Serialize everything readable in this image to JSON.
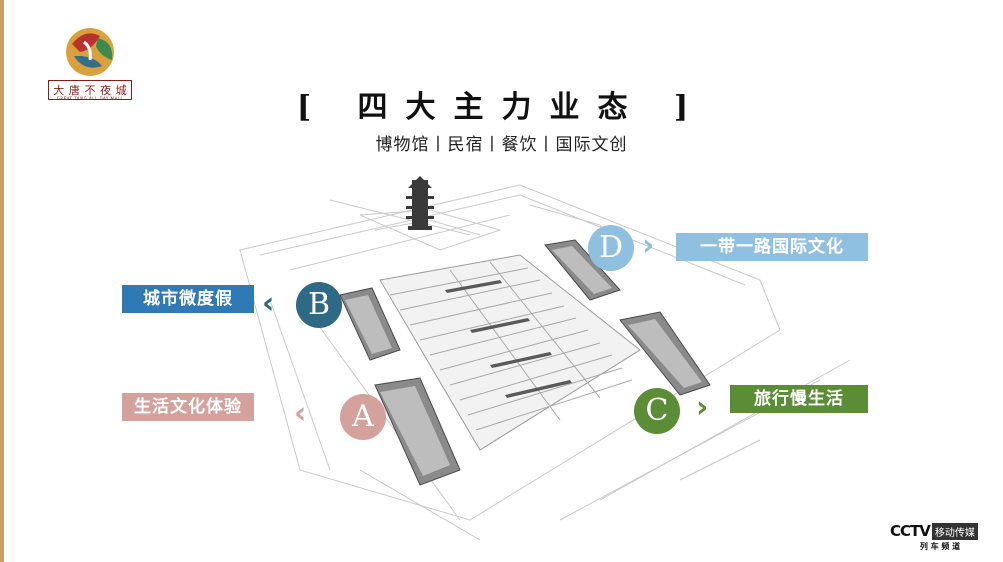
{
  "logo": {
    "chars": [
      "大",
      "唐",
      "不",
      "夜",
      "城"
    ],
    "subtitle": "GREAT TANG ALL DAY MALL"
  },
  "title": "[ 四大主力业态 ]",
  "subtitle": "博物馆丨民宿丨餐饮丨国际文创",
  "callouts": [
    {
      "letter": "A",
      "label": "生活文化体验",
      "color": "#d4a19c"
    },
    {
      "letter": "B",
      "label": "城市微度假",
      "color": "#2f79b5",
      "circle_color": "#2e6a86"
    },
    {
      "letter": "C",
      "label": "旅行慢生活",
      "color": "#5b8c36"
    },
    {
      "letter": "D",
      "label": "一带一路国际文化",
      "color": "#8fc0df"
    }
  ],
  "watermark": {
    "brand": "CCTV",
    "tag": "移动传媒",
    "sub": "列 车 频 道"
  }
}
